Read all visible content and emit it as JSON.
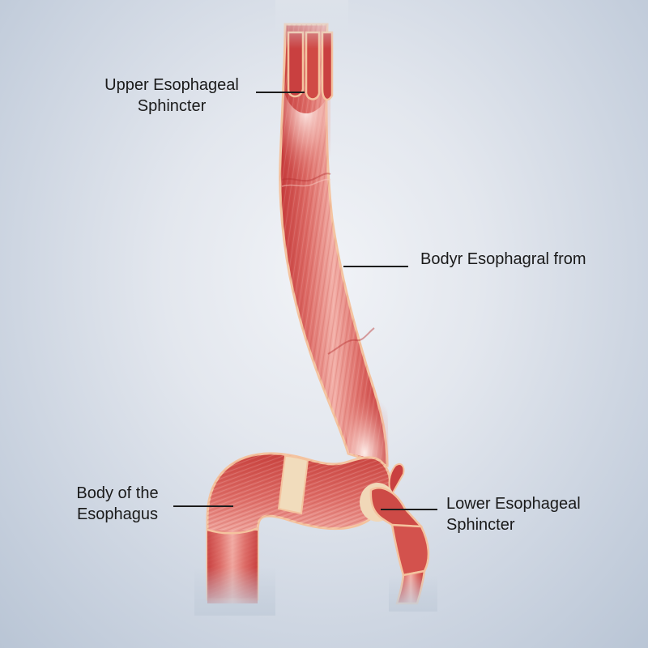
{
  "diagram": {
    "type": "anatomical-illustration",
    "subject": "esophagus",
    "colors": {
      "background_center": "#eef1f5",
      "background_edge": "#b9c5d5",
      "muscle_dark": "#c63c3c",
      "muscle_mid": "#dc6a66",
      "muscle_light": "#f2aaa2",
      "outline": "#f5c9a4",
      "sphincter_band": "#f1dcbc",
      "label_text": "#1a1a1a",
      "leader_line": "#1c1c1c"
    }
  },
  "labels": {
    "upper_sphincter": {
      "line1": "Upper Esophageal",
      "line2": "Sphincter"
    },
    "body_esophageal": {
      "line1": "Bodyr Esophagral from"
    },
    "body_of_esophagus": {
      "line1": "Body of the",
      "line2": "Esophagus"
    },
    "lower_sphincter": {
      "line1": "Lower Esophageal",
      "line2": "Sphincter"
    }
  }
}
